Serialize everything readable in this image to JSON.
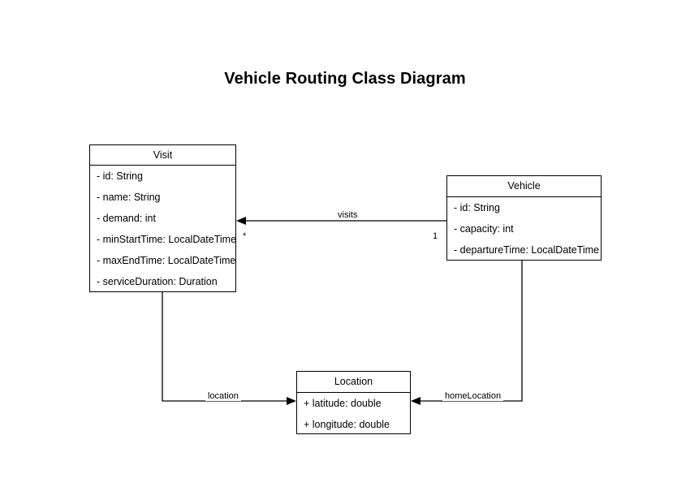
{
  "title": "Vehicle Routing Class Diagram",
  "diagram": {
    "type": "uml-class-diagram",
    "background": "#ffffff",
    "line_color": "#000000",
    "classes": [
      {
        "id": "visit",
        "name": "Visit",
        "attributes": [
          "- id: String",
          "- name: String",
          "- demand: int",
          "- minStartTime: LocalDateTime",
          "- maxEndTime: LocalDateTime",
          "- serviceDuration: Duration"
        ]
      },
      {
        "id": "vehicle",
        "name": "Vehicle",
        "attributes": [
          "- id: String",
          "- capacity: int",
          "- departureTime: LocalDateTime"
        ]
      },
      {
        "id": "location",
        "name": "Location",
        "attributes": [
          "+ latitude: double",
          "+ longitude: double"
        ]
      }
    ],
    "relationships": [
      {
        "id": "visits",
        "label": "visits",
        "source": "Vehicle",
        "target": "Visit",
        "source_multiplicity": "1",
        "target_multiplicity": "*",
        "arrow": "open-to-target"
      },
      {
        "id": "location",
        "label": "location",
        "source": "Visit",
        "target": "Location",
        "source_multiplicity": "",
        "target_multiplicity": "",
        "arrow": "open-to-target"
      },
      {
        "id": "homeLocation",
        "label": "homeLocation",
        "source": "Vehicle",
        "target": "Location",
        "source_multiplicity": "",
        "target_multiplicity": "",
        "arrow": "open-to-target"
      }
    ]
  }
}
